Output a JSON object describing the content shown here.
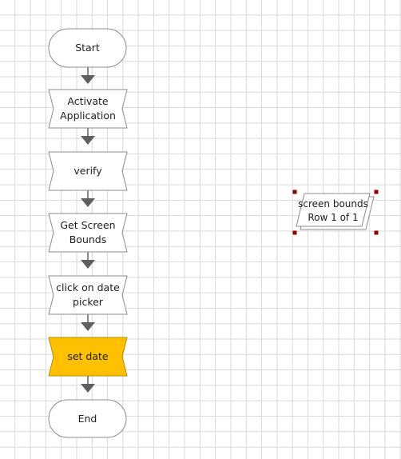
{
  "flowchart": {
    "start": "Start",
    "steps": [
      {
        "line1": "Activate",
        "line2": "Application"
      },
      {
        "line1": "verify",
        "line2": ""
      },
      {
        "line1": "Get Screen",
        "line2": "Bounds"
      },
      {
        "line1": "click on date",
        "line2": "picker"
      },
      {
        "line1": "set date",
        "line2": ""
      }
    ],
    "end": "End"
  },
  "collection": {
    "line1": "screen bounds",
    "line2": "Row 1 of 1"
  },
  "colors": {
    "shape_fill": "#ffffff",
    "shape_stroke": "#8c8c8c",
    "selected_fill": "#ffc000",
    "selected_stroke": "#b88a00",
    "connector": "#5f5f5f",
    "handle": "#8b0000"
  }
}
